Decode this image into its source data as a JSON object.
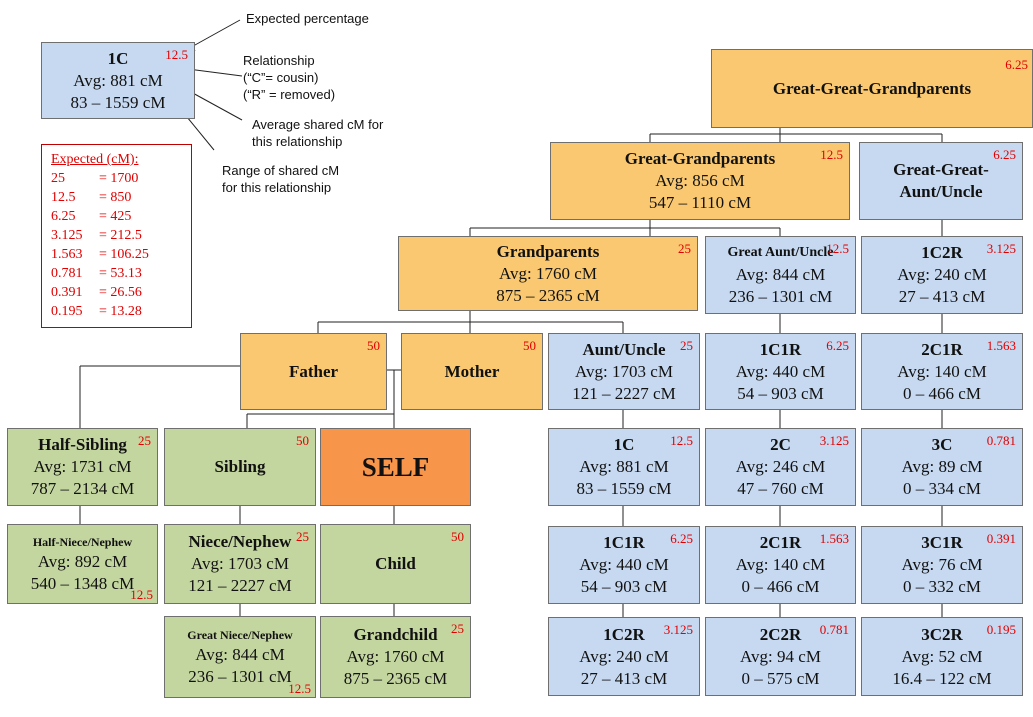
{
  "legend_box": {
    "title": "1C",
    "pct": "12.5",
    "avg": "Avg: 881 cM",
    "range": "83 – 1559 cM"
  },
  "notes": {
    "expected": "Expected percentage",
    "relationship": [
      "Relationship",
      "(“C”= cousin)",
      "(“R” = removed)"
    ],
    "average": [
      "Average shared cM for",
      "this relationship"
    ],
    "range": [
      "Range of shared cM",
      "for this relationship"
    ]
  },
  "expected_table": {
    "title": "Expected (cM):",
    "rows": [
      {
        "pct": "25",
        "cm": "= 1700"
      },
      {
        "pct": "12.5",
        "cm": "= 850"
      },
      {
        "pct": "6.25",
        "cm": "= 425"
      },
      {
        "pct": "3.125",
        "cm": "= 212.5"
      },
      {
        "pct": "1.563",
        "cm": "= 106.25"
      },
      {
        "pct": "0.781",
        "cm": "= 53.13"
      },
      {
        "pct": "0.391",
        "cm": "= 26.56"
      },
      {
        "pct": "0.195",
        "cm": "= 13.28"
      }
    ]
  },
  "nodes": {
    "ggp": {
      "title": "Great-Great-Grandparents",
      "pct": "6.25"
    },
    "gp_great": {
      "title": "Great-Grandparents",
      "pct": "12.5",
      "avg": "Avg: 856 cM",
      "range": "547 – 1110 cM"
    },
    "gg_aunt": {
      "title": "Great-Great-",
      "title2": "Aunt/Uncle",
      "pct": "6.25"
    },
    "grandparents": {
      "title": "Grandparents",
      "pct": "25",
      "avg": "Avg: 1760 cM",
      "range": "875 – 2365 cM"
    },
    "great_aunt": {
      "title": "Great Aunt/Uncle",
      "pct": "12.5",
      "avg": "Avg: 844 cM",
      "range": "236 – 1301 cM"
    },
    "c1c2r_top": {
      "title": "1C2R",
      "pct": "3.125",
      "avg": "Avg: 240 cM",
      "range": "27 – 413 cM"
    },
    "father": {
      "title": "Father",
      "pct": "50"
    },
    "mother": {
      "title": "Mother",
      "pct": "50"
    },
    "aunt": {
      "title": "Aunt/Uncle",
      "pct": "25",
      "avg": "Avg: 1703 cM",
      "range": "121 – 2227 cM"
    },
    "c1r_mid": {
      "title": "1C1R",
      "pct": "6.25",
      "avg": "Avg: 440 cM",
      "range": "54 – 903 cM"
    },
    "c2c1r_mid": {
      "title": "2C1R",
      "pct": "1.563",
      "avg": "Avg: 140 cM",
      "range": "0 – 466 cM"
    },
    "half_sib": {
      "title": "Half-Sibling",
      "pct": "25",
      "avg": "Avg: 1731 cM",
      "range": "787 – 2134 cM"
    },
    "sibling": {
      "title": "Sibling",
      "pct": "50"
    },
    "self": {
      "title": "SELF"
    },
    "c1": {
      "title": "1C",
      "pct": "12.5",
      "avg": "Avg: 881 cM",
      "range": "83 – 1559 cM"
    },
    "c2": {
      "title": "2C",
      "pct": "3.125",
      "avg": "Avg: 246 cM",
      "range": "47 – 760 cM"
    },
    "c3": {
      "title": "3C",
      "pct": "0.781",
      "avg": "Avg: 89 cM",
      "range": "0 – 334 cM"
    },
    "half_niece": {
      "title": "Half-Niece/Nephew",
      "pct": "12.5",
      "avg": "Avg: 892 cM",
      "range": "540 – 1348 cM"
    },
    "niece": {
      "title": "Niece/Nephew",
      "pct": "25",
      "avg": "Avg: 1703 cM",
      "range": "121 – 2227 cM"
    },
    "child": {
      "title": "Child",
      "pct": "50"
    },
    "c1c1r": {
      "title": "1C1R",
      "pct": "6.25",
      "avg": "Avg: 440 cM",
      "range": "54 – 903 cM"
    },
    "c2c1r": {
      "title": "2C1R",
      "pct": "1.563",
      "avg": "Avg: 140 cM",
      "range": "0 – 466 cM"
    },
    "c3c1r": {
      "title": "3C1R",
      "pct": "0.391",
      "avg": "Avg: 76 cM",
      "range": "0 – 332 cM"
    },
    "great_niece": {
      "title": "Great Niece/Nephew",
      "pct": "12.5",
      "avg": "Avg: 844 cM",
      "range": "236 – 1301 cM"
    },
    "grandchild": {
      "title": "Grandchild",
      "pct": "25",
      "avg": "Avg: 1760 cM",
      "range": "875 – 2365 cM"
    },
    "c1c2r": {
      "title": "1C2R",
      "pct": "3.125",
      "avg": "Avg: 240 cM",
      "range": "27 – 413 cM"
    },
    "c2c2r": {
      "title": "2C2R",
      "pct": "0.781",
      "avg": "Avg: 94 cM",
      "range": "0 – 575 cM"
    },
    "c3c2r": {
      "title": "3C2R",
      "pct": "0.195",
      "avg": "Avg: 52 cM",
      "range": "16.4 – 122 cM"
    }
  }
}
